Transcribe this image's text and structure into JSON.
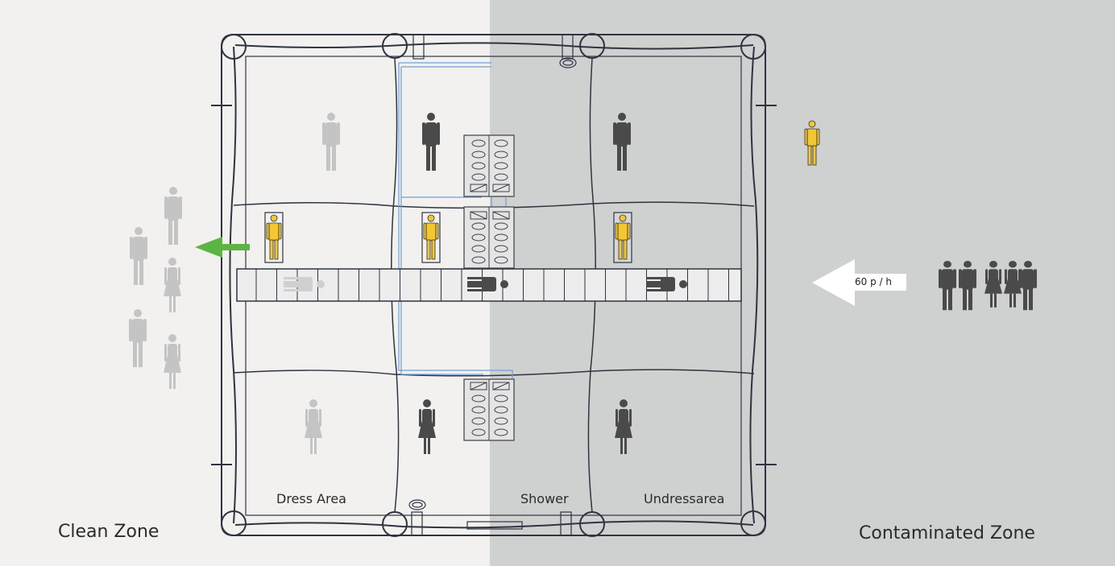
{
  "zones": {
    "clean": "Clean Zone",
    "contaminated": "Contaminated Zone"
  },
  "areas": {
    "dress": "Dress Area",
    "shower": "Shower",
    "undress": "Undressarea"
  },
  "flow": {
    "rate": "60 p / h"
  },
  "colors": {
    "clean_bg": "#f2f1ef",
    "contaminated_bg": "#cfd0d0",
    "outline": "#2e3440",
    "person_dark": "#4a4a4a",
    "person_faded": "#c4c4c4",
    "person_highlight": "#f2c731",
    "exit_arrow": "#5cb543",
    "entry_arrow": "#ffffff",
    "pipe": "#6f9fd8"
  },
  "icons": [
    "person-icon",
    "person-female-icon",
    "person-highlight-icon",
    "shower-panel-icon",
    "stretcher-icon",
    "arrow-left-icon"
  ]
}
